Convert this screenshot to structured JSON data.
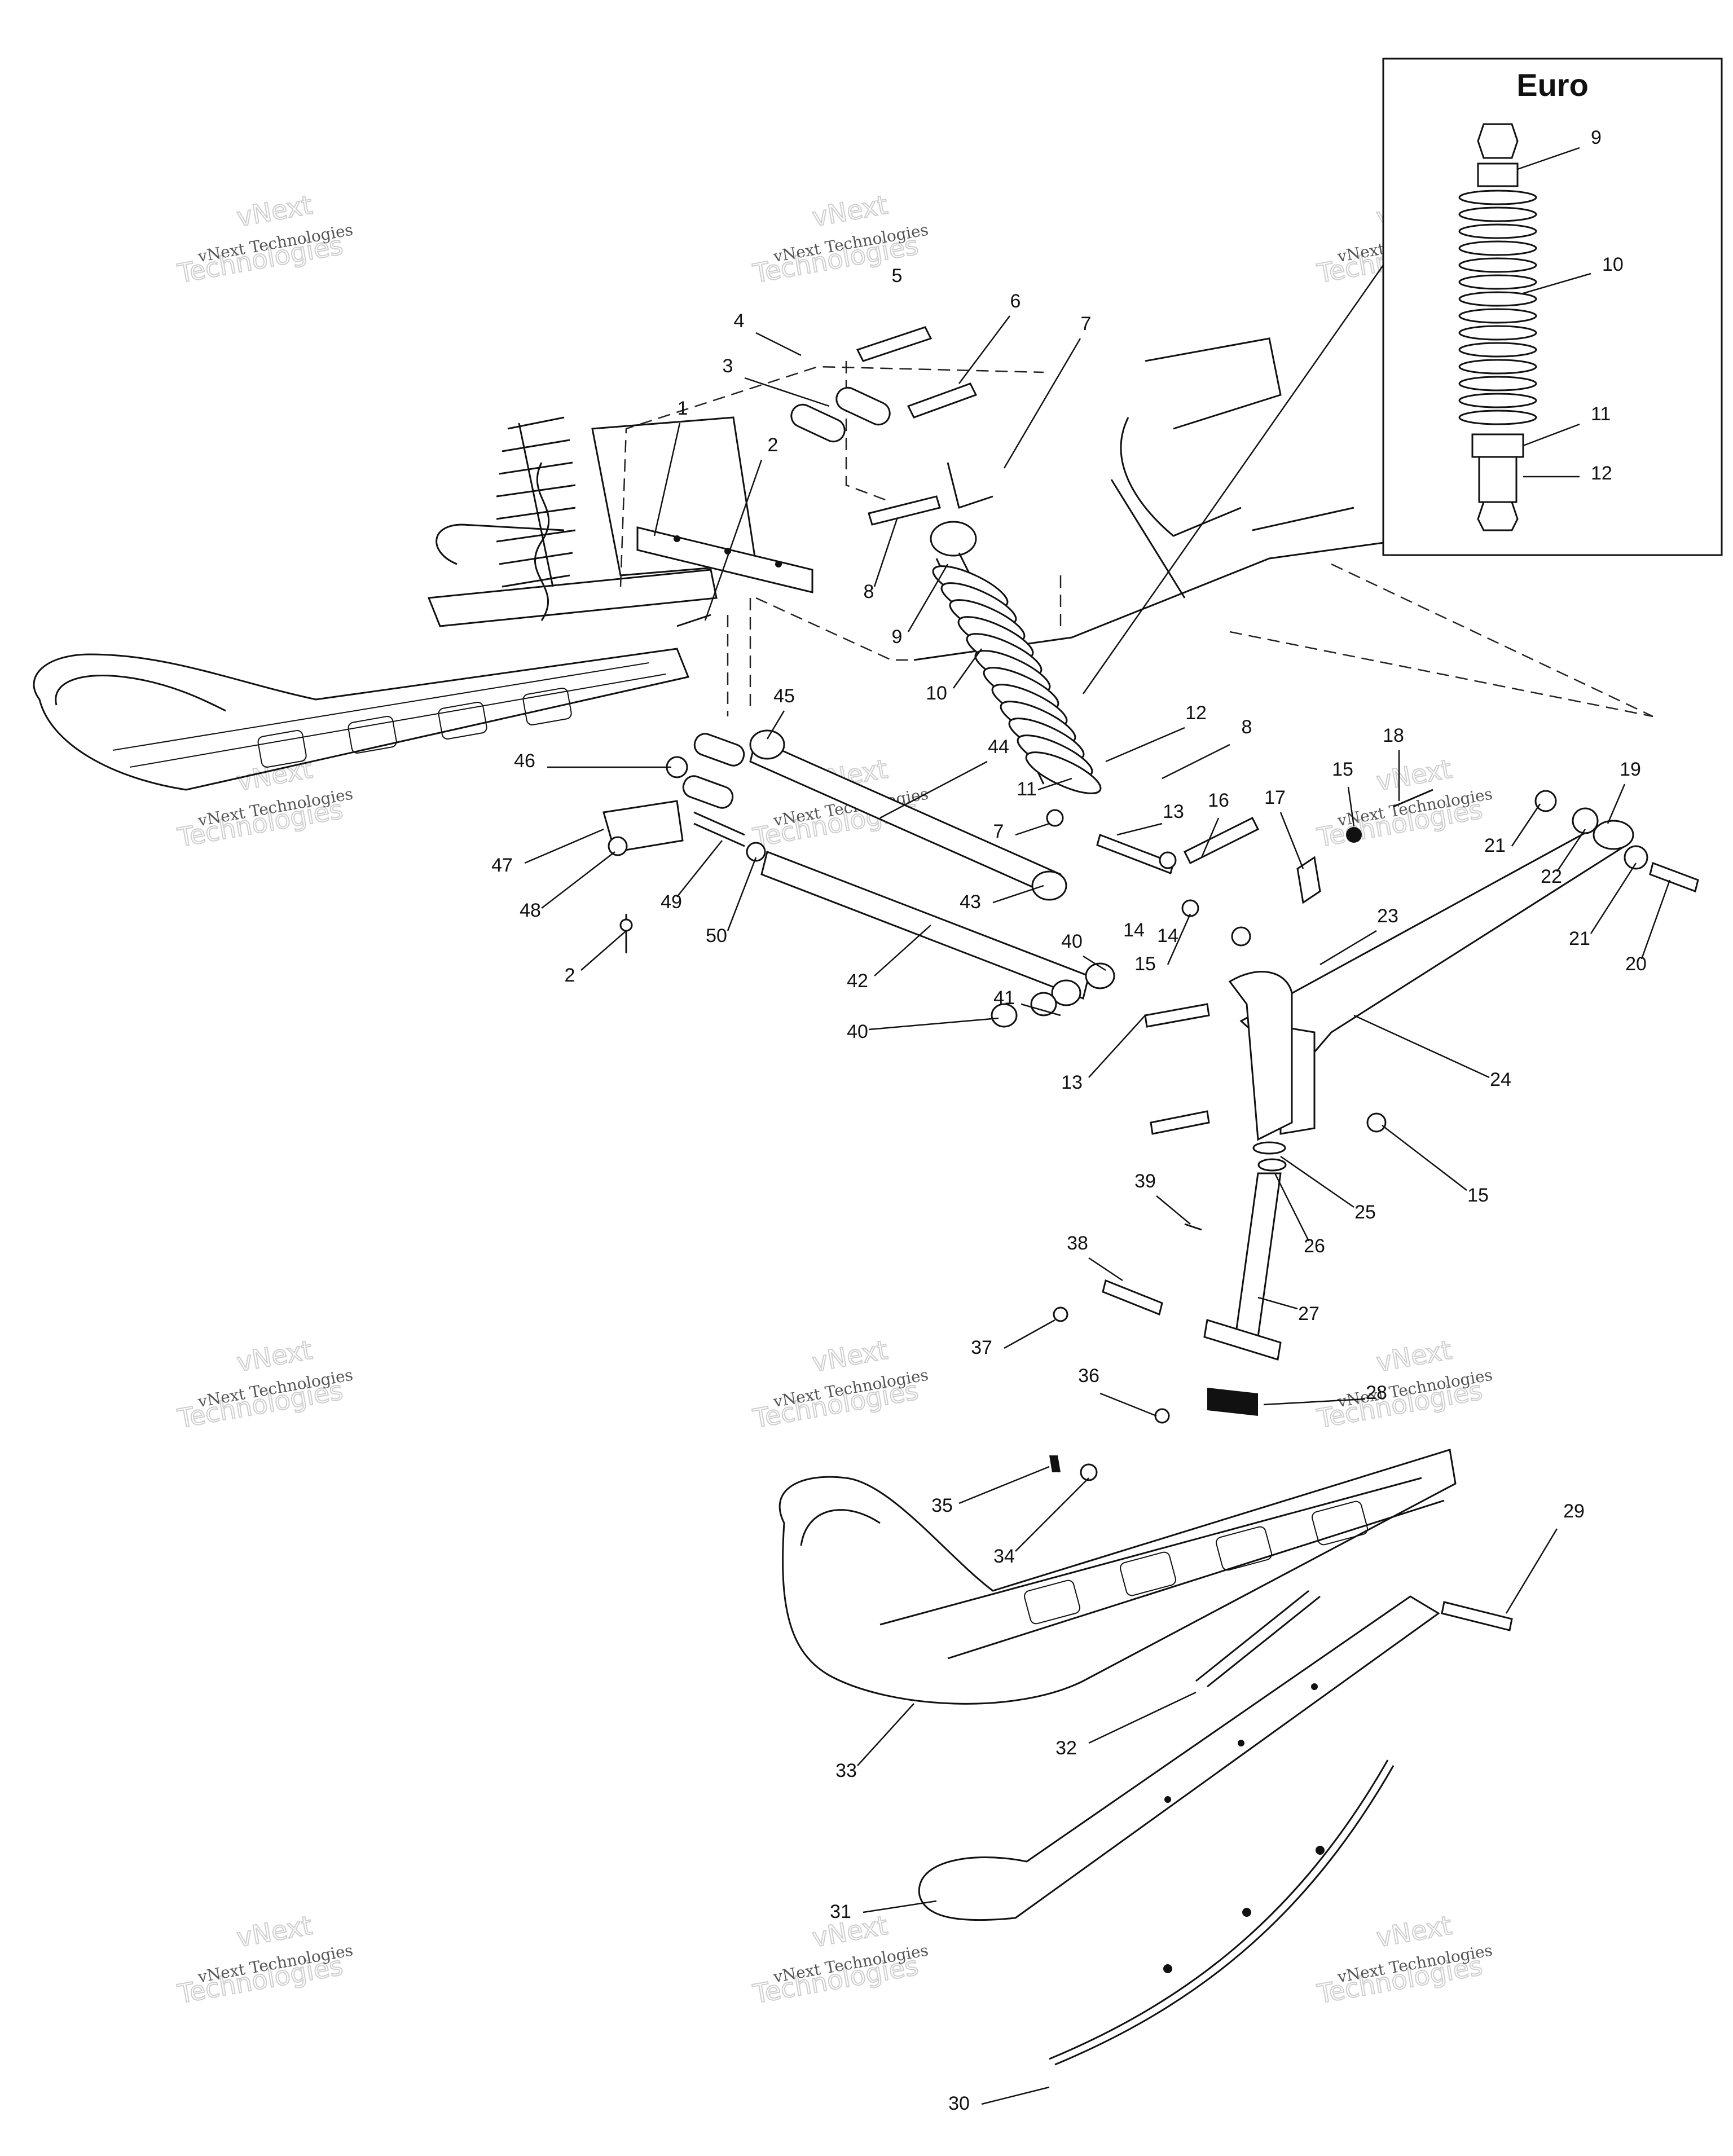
{
  "inset": {
    "title": "Euro",
    "labels": [
      "9",
      "10",
      "11",
      "12"
    ]
  },
  "watermark": {
    "line1": "vNext Technologies",
    "line2": "vNext",
    "line3": "Technologies"
  },
  "callouts": [
    "1",
    "2",
    "3",
    "4",
    "5",
    "6",
    "7",
    "8",
    "9",
    "10",
    "11",
    "12",
    "13",
    "14",
    "15",
    "16",
    "17",
    "18",
    "19",
    "20",
    "21",
    "22",
    "23",
    "24",
    "25",
    "26",
    "27",
    "28",
    "29",
    "30",
    "31",
    "32",
    "33",
    "34",
    "35",
    "36",
    "37",
    "38",
    "39",
    "40",
    "41",
    "42",
    "43",
    "44",
    "45",
    "46",
    "47",
    "48",
    "49",
    "50"
  ]
}
